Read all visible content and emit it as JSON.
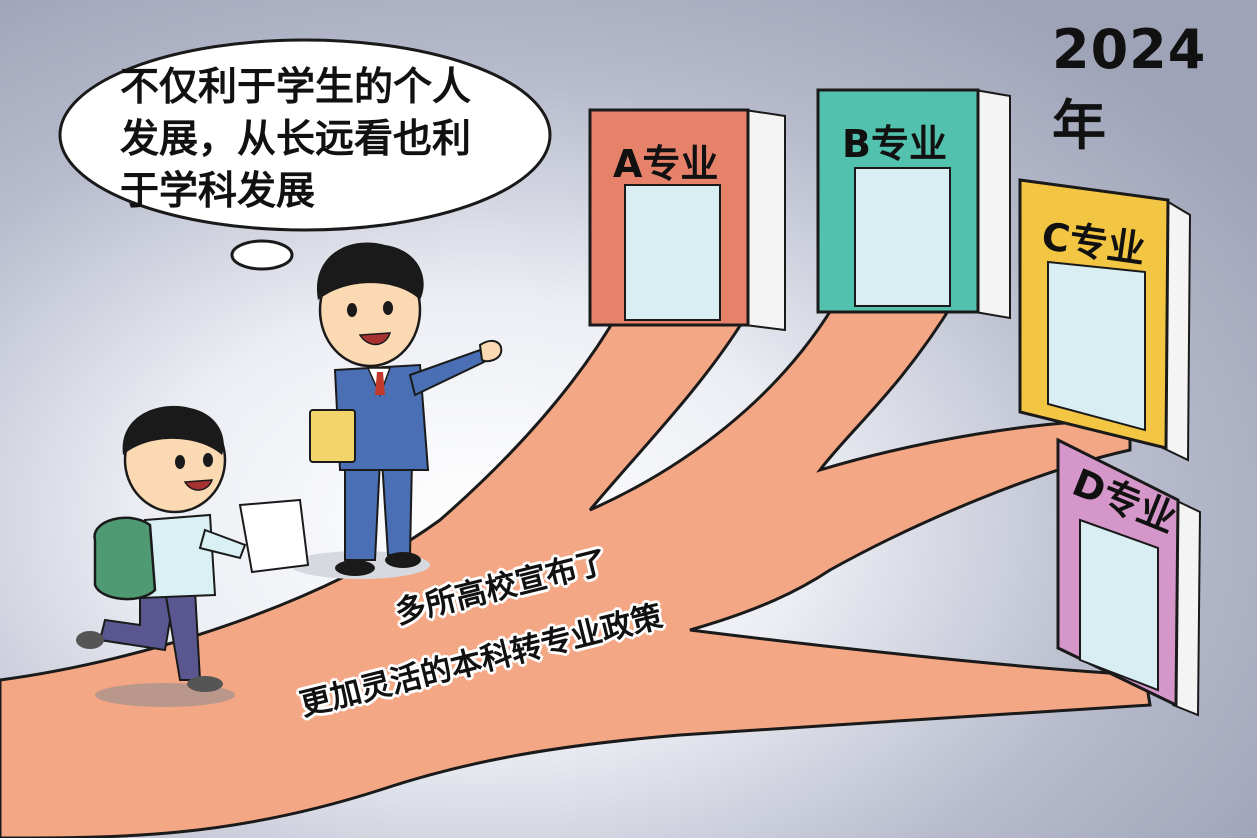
{
  "year_label": "2024年",
  "speech_bubble": {
    "lines": [
      "不仅利于学生的个人",
      "发展，从长远看也利",
      "于学科发展"
    ]
  },
  "doors": [
    {
      "label": "A专业",
      "color": "#e6826a"
    },
    {
      "label": "B专业",
      "color": "#52c1ad"
    },
    {
      "label": "C专业",
      "color": "#f2c543"
    },
    {
      "label": "D专业",
      "color": "#d597c9"
    }
  ],
  "road_text": {
    "line1": "多所高校宣布了",
    "line2": "更加灵活的本科转专业政策"
  },
  "colors": {
    "background": "#a9adc0",
    "road": "#f4a784",
    "outline": "#1a1a1a",
    "suit": "#4a6fb5",
    "backpack": "#4f9a72"
  }
}
